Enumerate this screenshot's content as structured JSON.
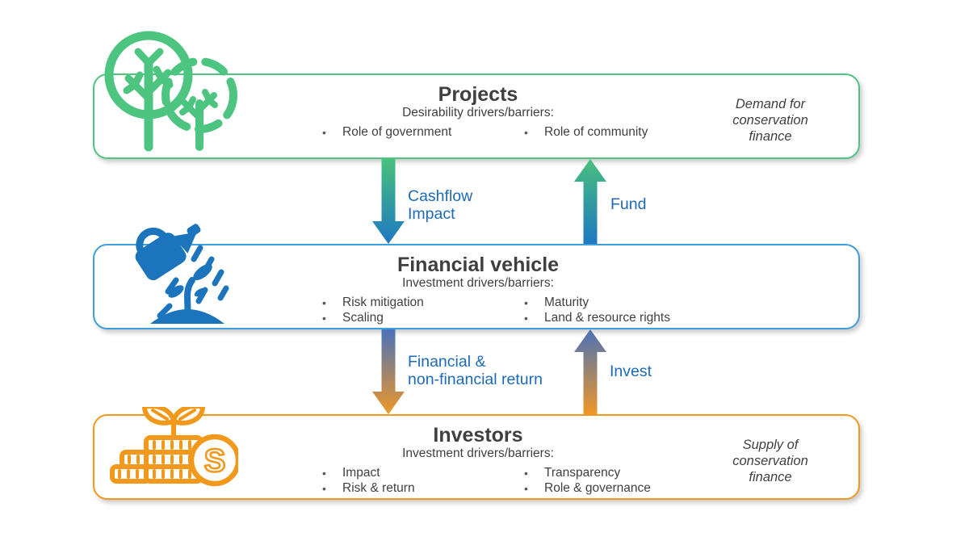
{
  "colors": {
    "green": "#4dc581",
    "blue": "#1c75bc",
    "box_blue": "#3f9ed8",
    "orange": "#f2991c",
    "label_blue": "#1c6ab8",
    "text": "#3f3f3f",
    "arrow_green": "#48c07c",
    "arrow_blue": "#1e78c2",
    "arrow_slate": "#4a72b8",
    "arrow_orange": "#ee9727"
  },
  "boxes": [
    {
      "title": "Projects",
      "subtitle": "Desirability drivers/barriers:",
      "bullets_left": [
        "Role of government"
      ],
      "bullets_right": [
        "Role of community"
      ],
      "side_note": "Demand for\nconservation\nfinance",
      "icon": "trees-icon"
    },
    {
      "title": "Financial vehicle",
      "subtitle": "Investment drivers/barriers:",
      "bullets_left": [
        "Risk mitigation",
        "Scaling"
      ],
      "bullets_right": [
        "Maturity",
        "Land & resource rights"
      ],
      "side_note": "",
      "icon": "watering-can-icon"
    },
    {
      "title": "Investors",
      "subtitle": "Investment drivers/barriers:",
      "bullets_left": [
        "Impact",
        "Risk & return"
      ],
      "bullets_right": [
        "Transparency",
        "Role & governance"
      ],
      "side_note": "Supply of\nconservation\nfinance",
      "icon": "money-plant-icon"
    }
  ],
  "flows": [
    {
      "label": "Cashflow\nImpact",
      "direction": "down",
      "from": "Projects",
      "to": "Financial vehicle"
    },
    {
      "label": "Fund",
      "direction": "up",
      "from": "Financial vehicle",
      "to": "Projects"
    },
    {
      "label": "Financial &\nnon-financial return",
      "direction": "down",
      "from": "Financial vehicle",
      "to": "Investors"
    },
    {
      "label": "Invest",
      "direction": "up",
      "from": "Investors",
      "to": "Financial vehicle"
    }
  ]
}
